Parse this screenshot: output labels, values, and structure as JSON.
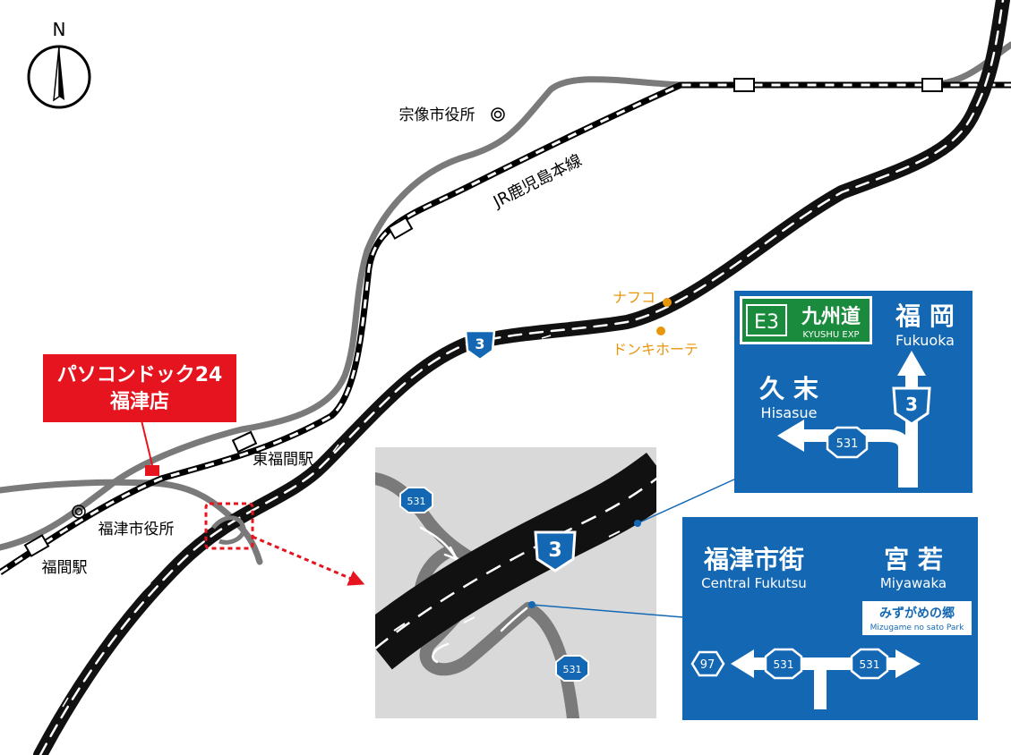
{
  "compass": {
    "label": "N"
  },
  "places": {
    "city_hall_munakata": "宗像市役所",
    "jr_line": "JR鹿児島本線",
    "higashi_fukuma_station": "東福間駅",
    "fukutsu_city_hall": "福津市役所",
    "fukuma_station": "福間駅",
    "nafco": "ナフコ",
    "donki": "ドンキホーテ"
  },
  "store_label": {
    "line1": "パソコンドック24",
    "line2": "福津店"
  },
  "route_shields": {
    "national_3": "3",
    "national_531": "531"
  },
  "sign_top": {
    "e3_code": "E3",
    "e3_name": "九州道",
    "e3_sub": "KYUSHU EXP",
    "fukuoka_jp": "福 岡",
    "fukuoka_en": "Fukuoka",
    "hisasue_jp": "久 末",
    "hisasue_en": "Hisasue",
    "route_3": "3",
    "route_531": "531"
  },
  "sign_bottom": {
    "central_jp": "福津市街",
    "central_en": "Central Fukutsu",
    "miyawaka_jp": "宮 若",
    "miyawaka_en": "Miyawaka",
    "park_jp": "みずがめの郷",
    "park_en": "Mizugame no sato Park",
    "route_97": "97",
    "route_531_left": "531",
    "route_531_right": "531"
  },
  "colors": {
    "sign_blue": "#1468b3",
    "sign_green": "#1a8a3c",
    "store_red": "#e5141e",
    "poi_orange": "#e8960a",
    "road_gray": "#7a7a7a",
    "inset_bg": "#d9d9d9",
    "highway_black": "#111111"
  }
}
